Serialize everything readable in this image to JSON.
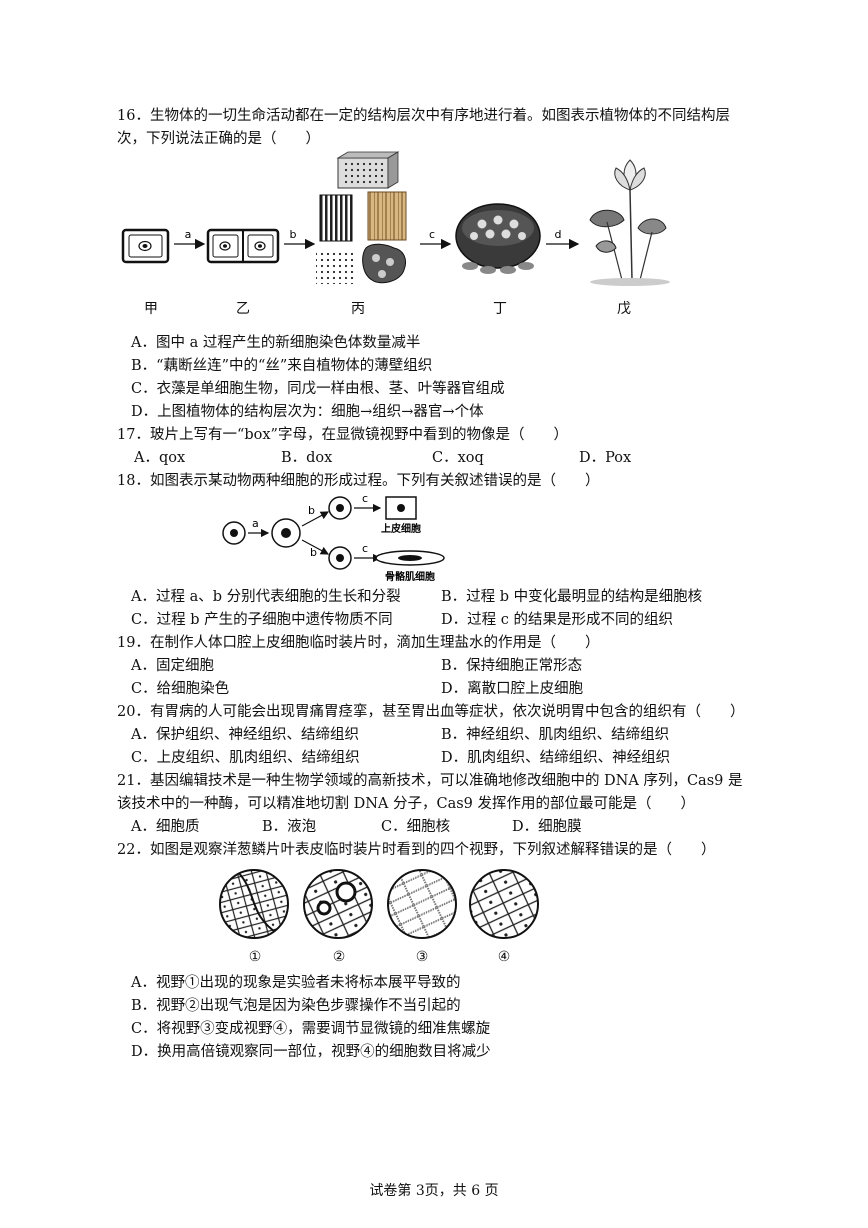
{
  "q16": {
    "stem_line1": "16．生物体的一切生命活动都在一定的结构层次中有序地进行着。如图表示植物体的不同结构层",
    "stem_line2": "次，下列说法正确的是（　　）",
    "arrow_a": "a",
    "arrow_b": "b",
    "arrow_c": "c",
    "arrow_d": "d",
    "labels": [
      "甲",
      "乙",
      "丙",
      "丁",
      "戊"
    ],
    "options": [
      "A．图中 a 过程产生的新细胞染色体数量减半",
      "B．“藕断丝连”中的“丝”来自植物体的薄壁组织",
      "C．衣藻是单细胞生物，同戊一样由根、茎、叶等器官组成",
      "D．上图植物体的结构层次为：细胞→组织→器官→个体"
    ]
  },
  "q17": {
    "stem": "17．玻片上写有一“box”字母，在显微镜视野中看到的物像是（　　）",
    "options": [
      "A．qox",
      "B．dox",
      "C．xoq",
      "D．Pox"
    ]
  },
  "q18": {
    "stem": "18．如图表示某动物两种细胞的形成过程。下列有关叙述错误的是（　　）",
    "arrow_a": "a",
    "arrow_b1": "b",
    "arrow_b2": "b",
    "arrow_c1": "c",
    "arrow_c2": "c",
    "cell1": "上皮细胞",
    "cell2": "骨骼肌细胞",
    "options": [
      "A．过程 a、b 分别代表细胞的生长和分裂",
      "B．过程 b 中变化最明显的结构是细胞核",
      "C．过程 b 产生的子细胞中遗传物质不同",
      "D．过程 c 的结果是形成不同的组织"
    ]
  },
  "q19": {
    "stem": "19．在制作人体口腔上皮细胞临时装片时，滴加生理盐水的作用是（　　）",
    "options": [
      "A．固定细胞",
      "B．保持细胞正常形态",
      "C．给细胞染色",
      "D．离散口腔上皮细胞"
    ]
  },
  "q20": {
    "stem": "20．有胃病的人可能会出现胃痛胃痉挛，甚至胃出血等症状，依次说明胃中包含的组织有（　　）",
    "options": [
      "A．保护组织、神经组织、结缔组织",
      "B．神经组织、肌肉组织、结缔组织",
      "C．上皮组织、肌肉组织、结缔组织",
      "D．肌肉组织、结缔组织、神经组织"
    ]
  },
  "q21": {
    "stem_line1": "21．基因编辑技术是一种生物学领域的高新技术，可以准确地修改细胞中的 DNA 序列，Cas9 是",
    "stem_line2": "该技术中的一种酶，可以精准地切割 DNA 分子，Cas9 发挥作用的部位最可能是（　　）",
    "options": [
      "A．细胞质",
      "B．液泡",
      "C．细胞核",
      "D．细胞膜"
    ]
  },
  "q22": {
    "stem": "22．如图是观察洋葱鳞片叶表皮临时装片时看到的四个视野，下列叙述解释错误的是（　　）",
    "labels": [
      "①",
      "②",
      "③",
      "④"
    ],
    "options": [
      "A．视野①出现的现象是实验者未将标本展平导致的",
      "B．视野②出现气泡是因为染色步骤操作不当引起的",
      "C．将视野③变成视野④，需要调节显微镜的细准焦螺旋",
      "D．换用高倍镜观察同一部位，视野④的细胞数目将减少"
    ]
  },
  "footer": "试卷第 3页，共 6 页"
}
